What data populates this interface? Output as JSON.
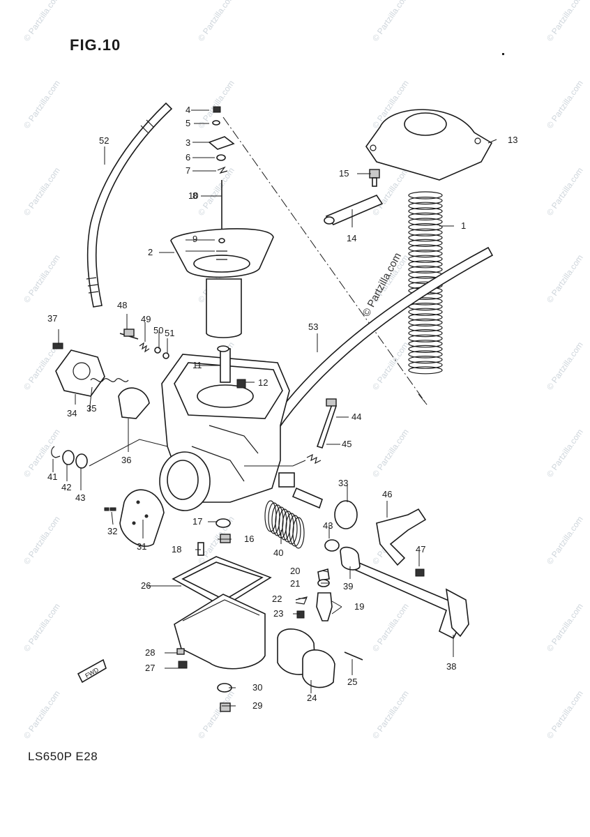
{
  "figure_title": "FIG.10",
  "footer_code": "LS650P  E28",
  "watermark_text": "© Partzilla.com",
  "fwd_label": "FWD",
  "callouts": [
    "1",
    "2",
    "3",
    "4",
    "5",
    "6",
    "7",
    "8",
    "9",
    "10",
    "11",
    "12",
    "13",
    "14",
    "15",
    "16",
    "17",
    "18",
    "19",
    "20",
    "21",
    "22",
    "23",
    "24",
    "25",
    "26",
    "27",
    "28",
    "29",
    "30",
    "31",
    "32",
    "33",
    "34",
    "35",
    "36",
    "37",
    "38",
    "39",
    "40",
    "41",
    "42",
    "43",
    "43",
    "44",
    "45",
    "46",
    "47",
    "48",
    "49",
    "50",
    "51",
    "52",
    "53"
  ],
  "colors": {
    "line": "#1a1a1a",
    "watermark": "#cfd6dc",
    "background": "#ffffff"
  }
}
